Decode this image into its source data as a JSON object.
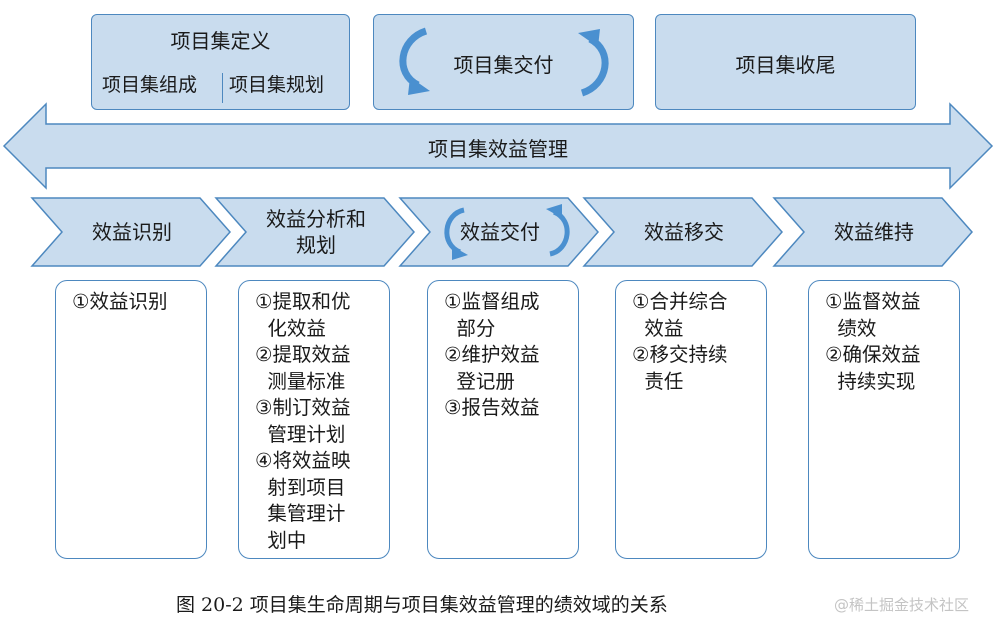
{
  "phases": {
    "definition": {
      "title": "项目集定义",
      "sub_left": "项目集组成",
      "sub_right": "项目集规划"
    },
    "delivery": {
      "title": "项目集交付"
    },
    "closure": {
      "title": "项目集收尾"
    }
  },
  "management_label": "项目集效益管理",
  "stages": [
    {
      "line1": "效益识别",
      "line2": ""
    },
    {
      "line1": "效益分析和",
      "line2": "规划"
    },
    {
      "line1": "效益交付",
      "line2": ""
    },
    {
      "line1": "效益移交",
      "line2": ""
    },
    {
      "line1": "效益维持",
      "line2": ""
    }
  ],
  "details": [
    [
      "①效益识别"
    ],
    [
      "①提取和优",
      "  化效益",
      "②提取效益",
      "  测量标准",
      "③制订效益",
      "  管理计划",
      "④将效益映",
      "  射到项目",
      "  集管理计",
      "  划中"
    ],
    [
      "①监督组成",
      "  部分",
      "②维护效益",
      "  登记册",
      "③报告效益"
    ],
    [
      "①合并综合",
      "  效益",
      "②移交持续",
      "  责任"
    ],
    [
      "①监督效益",
      "  绩效",
      "②确保效益",
      "  持续实现"
    ]
  ],
  "caption": "图 20-2    项目集生命周期与项目集效益管理的绩效域的关系",
  "watermark": "@稀土掘金技术社区",
  "colors": {
    "fill": "#c9dcee",
    "stroke": "#4d88bf",
    "cycle_arrow": "#4a90d0"
  }
}
